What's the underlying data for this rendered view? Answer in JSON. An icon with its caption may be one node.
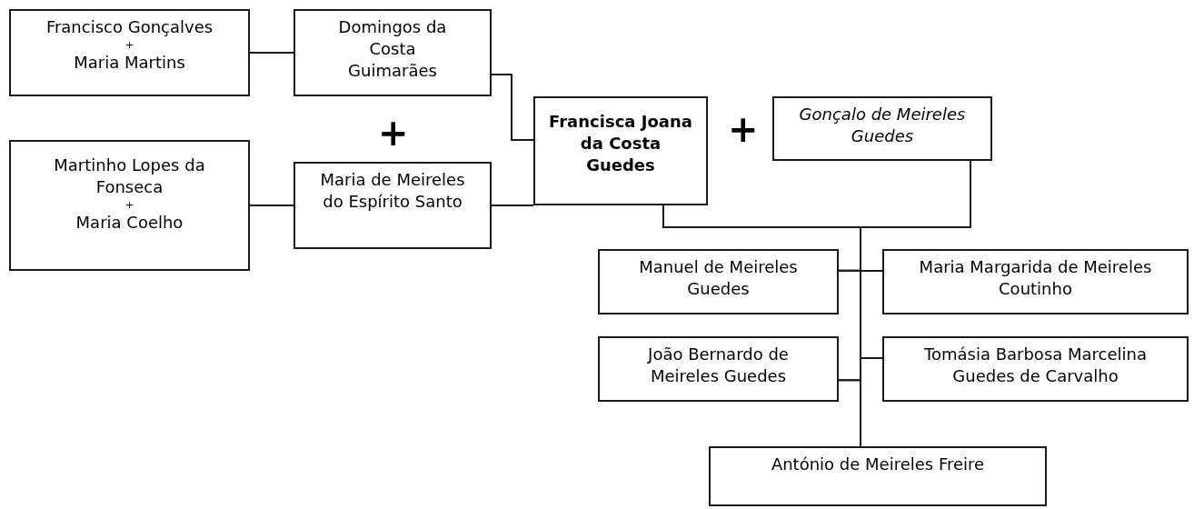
{
  "diagram": {
    "nodes": [
      {
        "text": [
          "Francisco Gonçalves",
          "+",
          "Maria Martins"
        ]
      },
      {
        "text": [
          "Domingos da Costa Guimarães"
        ]
      },
      {
        "text": [
          "Martinho Lopes da Fonseca",
          "+",
          "Maria Coelho"
        ]
      },
      {
        "text": [
          "Maria de Meireles do Espírito Santo"
        ]
      },
      {
        "text": [
          "Francisca Joana da Costa Guedes"
        ]
      },
      {
        "text": [
          "Gonçalo de Meireles Guedes"
        ]
      },
      {
        "text": [
          "Manuel de Meireles Guedes"
        ]
      },
      {
        "text": [
          "Maria Margarida de Meireles Coutinho"
        ]
      },
      {
        "text": [
          "João Bernardo de Meireles Guedes"
        ]
      },
      {
        "text": [
          "Tomásia Barbosa Marcelina Guedes de Carvalho"
        ]
      },
      {
        "text": [
          "António de Meireles Freire"
        ]
      }
    ],
    "edges": [
      {
        "from": 0,
        "to": 1,
        "arrow": "none"
      },
      {
        "from": 2,
        "to": 3,
        "arrow": "none"
      },
      {
        "from": 1,
        "to": 4,
        "arrow": "none"
      },
      {
        "from": 3,
        "to": 4,
        "arrow": "none"
      },
      {
        "from": 4,
        "to": 6,
        "arrow": "none"
      },
      {
        "from": 4,
        "to": 7,
        "arrow": "none"
      },
      {
        "from": 4,
        "to": 8,
        "arrow": "none"
      },
      {
        "from": 4,
        "to": 9,
        "arrow": "none"
      },
      {
        "from": 4,
        "to": 10,
        "arrow": "none"
      },
      {
        "from": 5,
        "to": 6,
        "arrow": "none"
      },
      {
        "from": 5,
        "to": 7,
        "arrow": "none"
      },
      {
        "from": 5,
        "to": 8,
        "arrow": "none"
      },
      {
        "from": 5,
        "to": 9,
        "arrow": "none"
      },
      {
        "from": 5,
        "to": 10,
        "arrow": "none"
      }
    ],
    "labels": [
      "+",
      "+"
    ]
  }
}
